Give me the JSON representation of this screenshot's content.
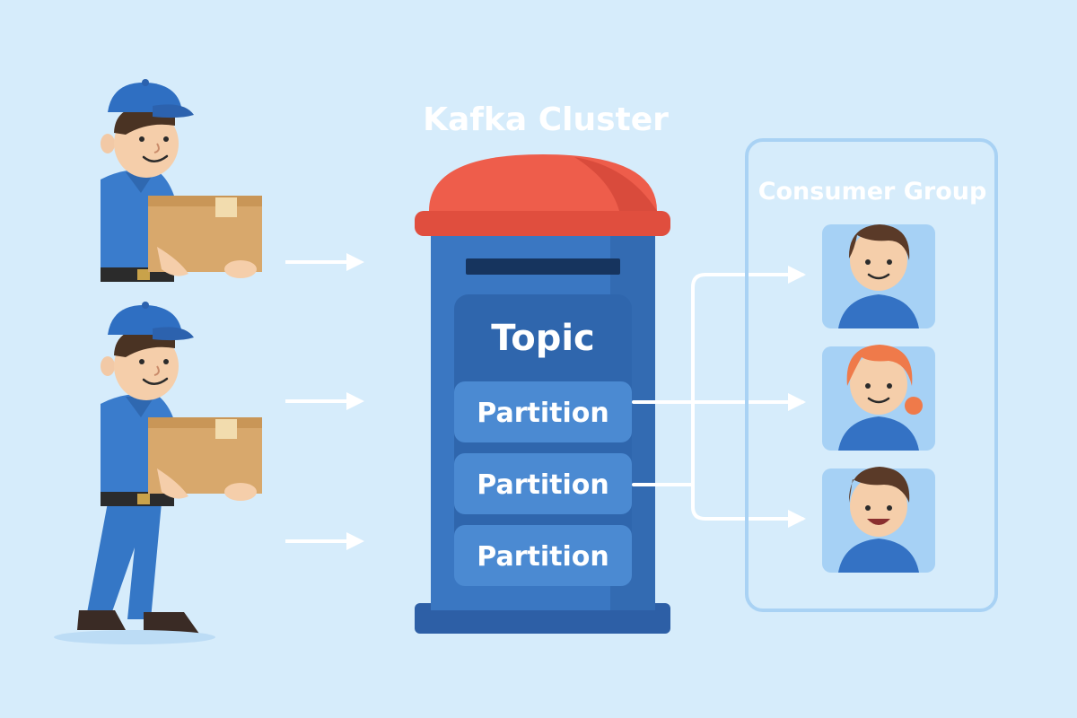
{
  "cluster": {
    "title": "Kafka Cluster",
    "topic_label": "Topic",
    "partitions": [
      {
        "label": "Partition"
      },
      {
        "label": "Partition"
      },
      {
        "label": "Partition"
      }
    ]
  },
  "consumer_group": {
    "title": "Consumer Group"
  },
  "colors": {
    "background": "#d6ecfb",
    "mailbox_body": "#3a77c2",
    "mailbox_dome": "#ee5d4b",
    "topic_panel": "#2f66ad",
    "partition": "#4b8ad2",
    "uniform": "#3a7ccc",
    "box": "#d8a86c",
    "arrow": "#ffffff",
    "group_border": "#a9d2f4"
  }
}
